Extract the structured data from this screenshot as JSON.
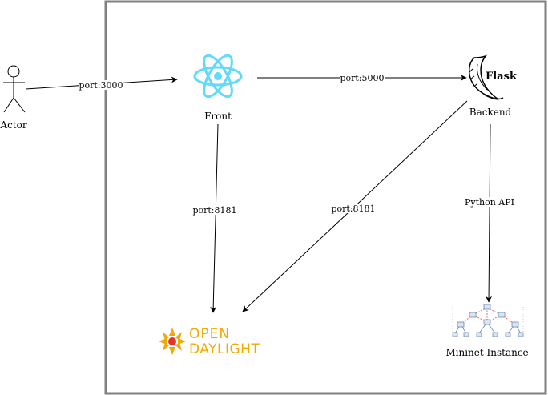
{
  "nodes": {
    "actor": {
      "label": "Actor",
      "icon": "stick-figure-icon"
    },
    "front": {
      "label": "Front",
      "icon": "react-atom-icon",
      "color": "#61DAFB"
    },
    "backend": {
      "label": "Backend",
      "icon": "flask-horn-icon",
      "logo_text": "Flask"
    },
    "opendaylight": {
      "logo_line1": "OPEN",
      "logo_line2": "DAYLIGHT",
      "icon": "opendaylight-flower-icon",
      "color": "#F2A900",
      "accent": "#E6332A"
    },
    "mininet": {
      "label": "Mininet Instance",
      "icon": "network-topology-icon"
    }
  },
  "edges": [
    {
      "id": "actor-front",
      "label": "port:3000"
    },
    {
      "id": "front-backend",
      "label": "port:5000"
    },
    {
      "id": "front-odl",
      "label": "port:8181"
    },
    {
      "id": "backend-odl",
      "label": "port:8181"
    },
    {
      "id": "backend-mininet",
      "label": "Python API"
    }
  ],
  "colors": {
    "frame": "#808080",
    "line": "#000000",
    "react": "#61DAFB"
  }
}
